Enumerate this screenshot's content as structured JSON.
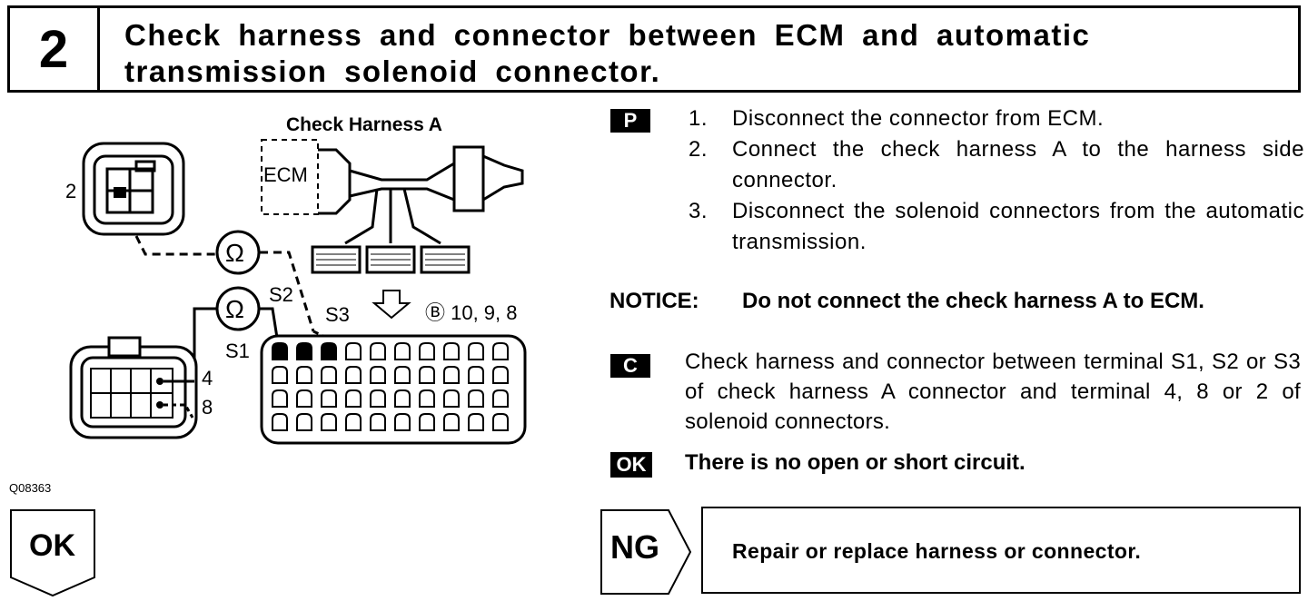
{
  "step": {
    "number": "2",
    "title": "Check harness and connector between ECM and automatic transmission solenoid connector."
  },
  "figure": {
    "harness_label": "Check Harness A",
    "ecm_label": "ECM",
    "connector_b_label": "Ⓑ 10, 9, 8",
    "pin_labels": [
      "S1",
      "S2",
      "S3"
    ],
    "solenoid_terminals": [
      "2",
      "4",
      "8"
    ],
    "ohm_symbol": "Ω",
    "code": "Q08363"
  },
  "instructions": {
    "prep_tag": "P",
    "prep_steps": [
      {
        "num": "1.",
        "text": "Disconnect the connector from ECM."
      },
      {
        "num": "2.",
        "text": "Connect the check harness A to the harness side connector."
      },
      {
        "num": "3.",
        "text": "Disconnect the solenoid connectors from the automatic transmission."
      }
    ],
    "notice_label": "NOTICE:",
    "notice_text": "Do not connect the check harness A to ECM.",
    "check_tag": "C",
    "check_text": "Check harness and connector between terminal S1, S2 or S3 of check harness A connector and terminal 4, 8 or 2 of solenoid connectors.",
    "ok_tag": "OK",
    "ok_text": "There is no open or short circuit."
  },
  "result": {
    "ng_label": "NG",
    "ng_action": "Repair or replace harness or connector.",
    "ok_label": "OK"
  }
}
